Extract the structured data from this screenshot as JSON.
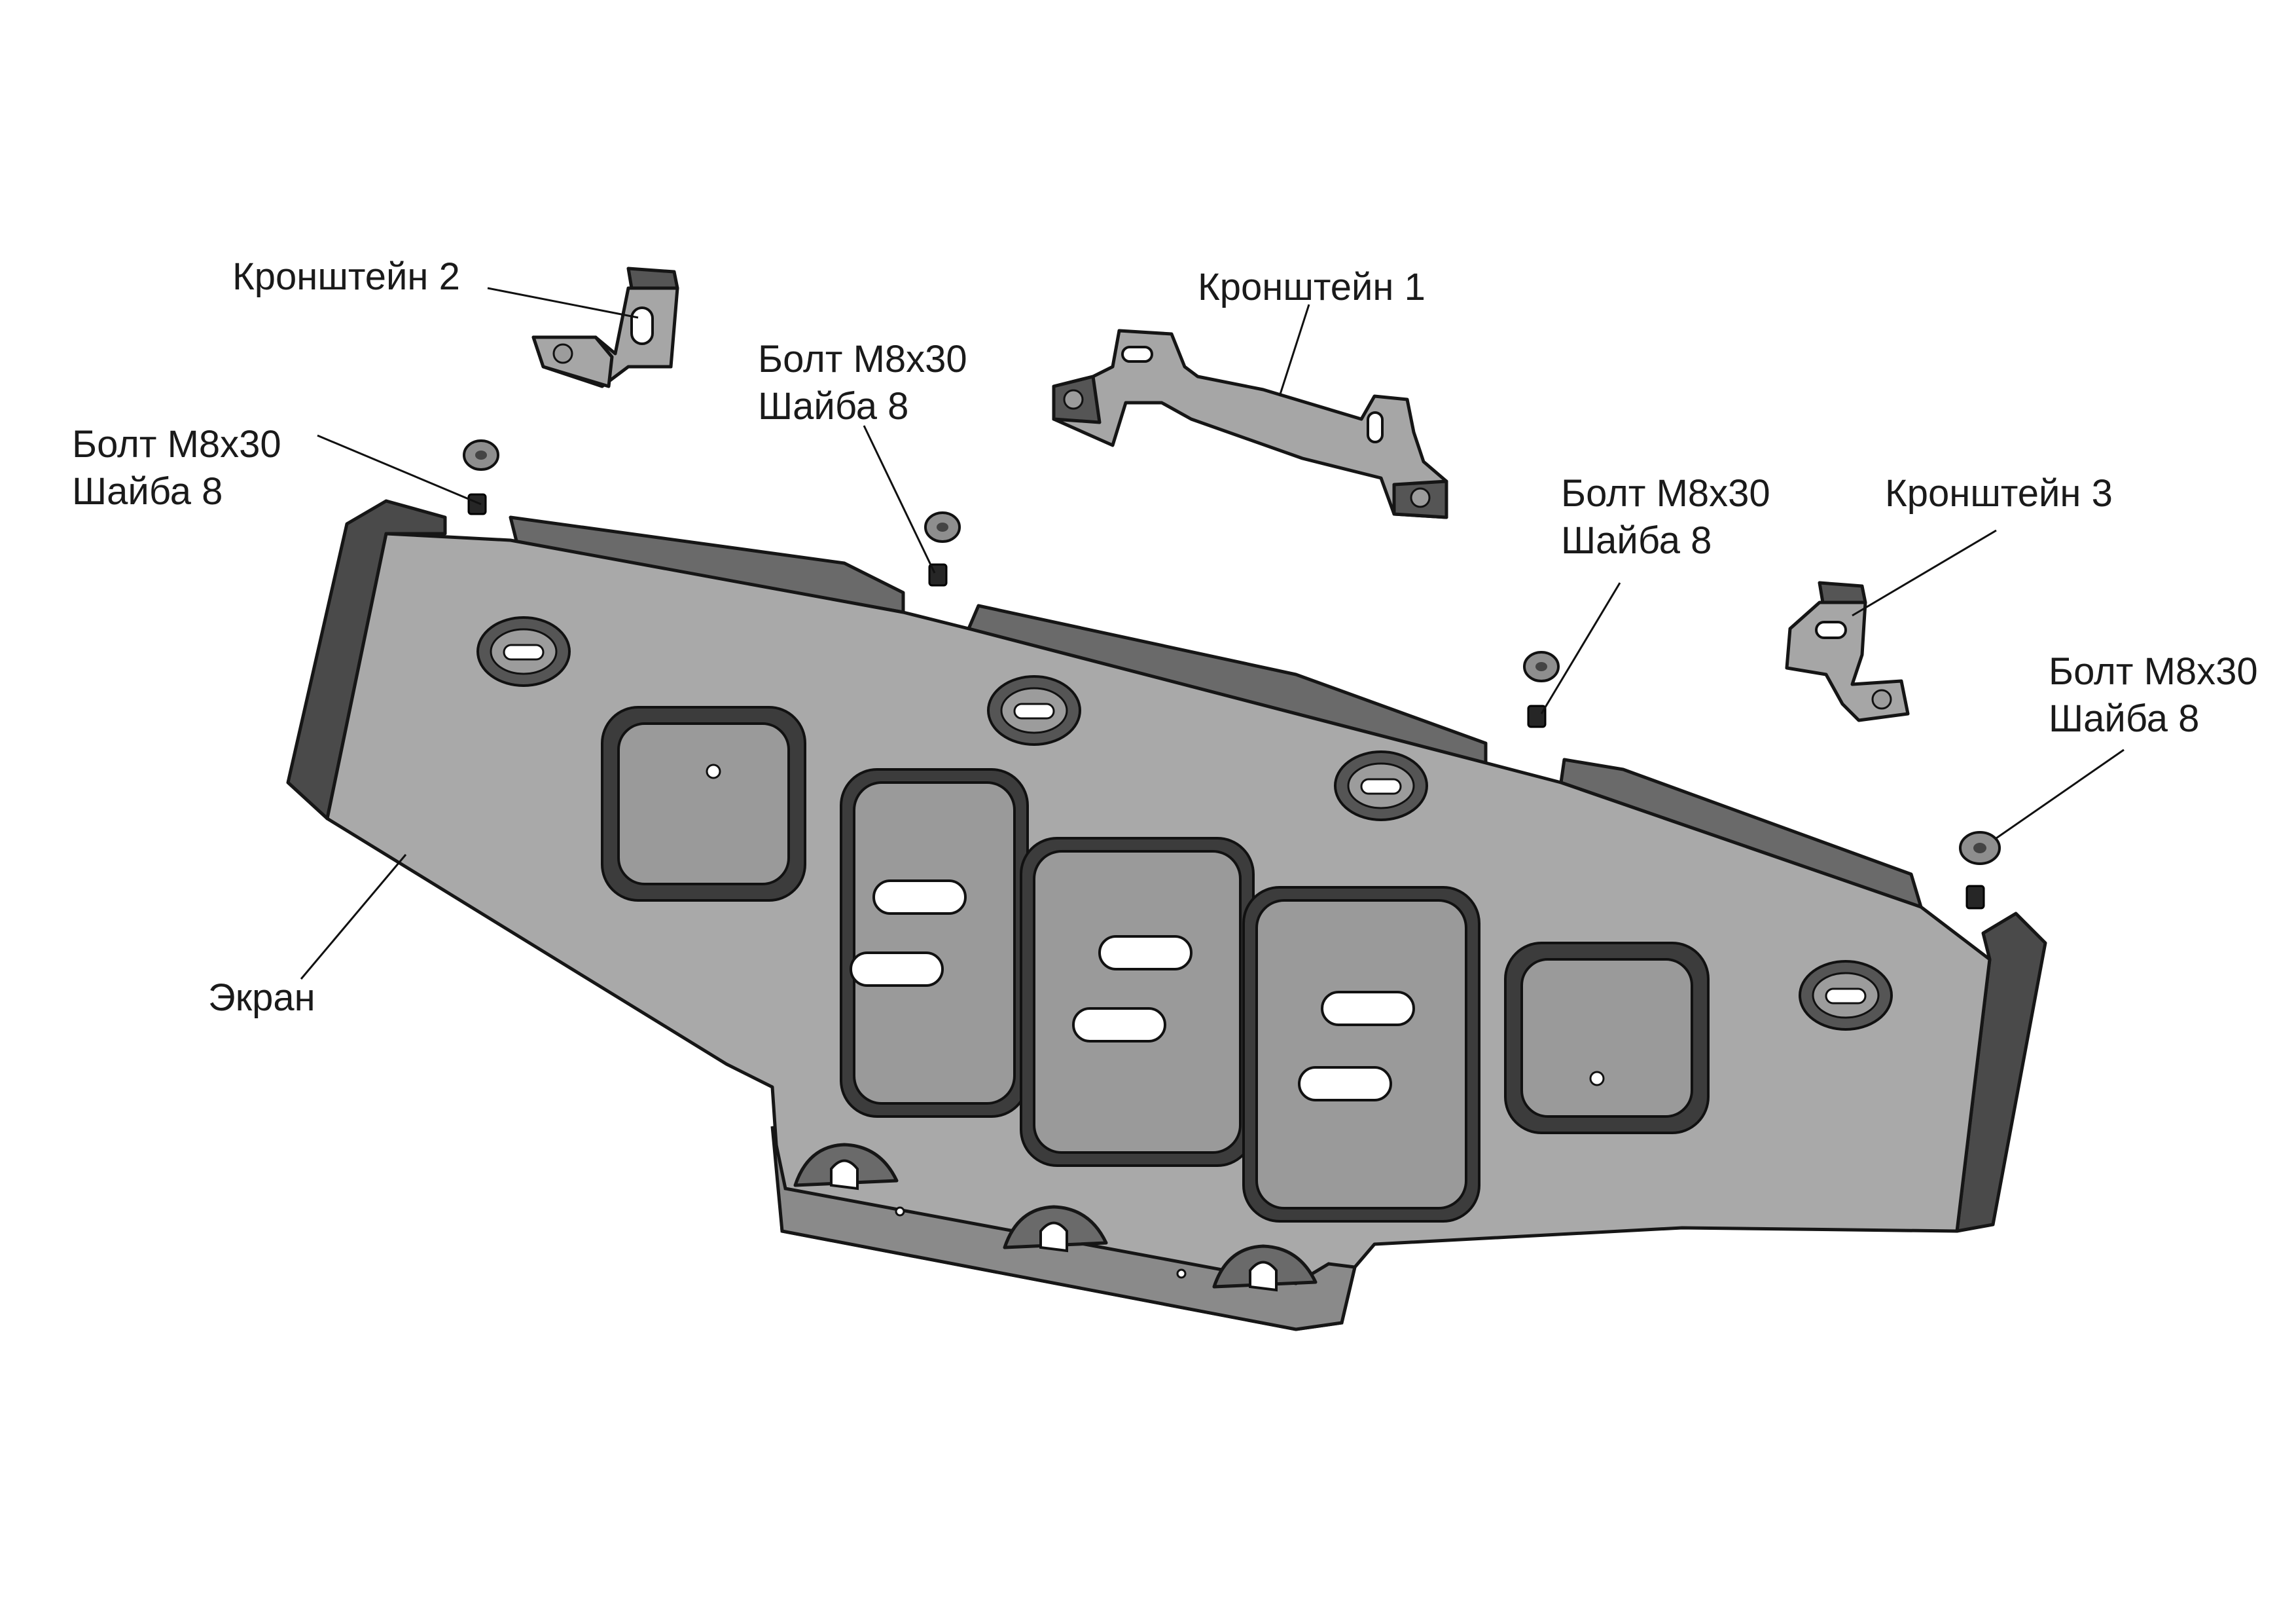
{
  "labels": {
    "bracket_2": "Кронштейн 2",
    "bracket_1": "Кронштейн 1",
    "bracket_3": "Кронштейн 3",
    "screen": "Экран",
    "bolt_left": {
      "bolt": "Болт М8х30",
      "washer": "Шайба 8"
    },
    "bolt_center_left": {
      "bolt": "Болт М8х30",
      "washer": "Шайба 8"
    },
    "bolt_center_right": {
      "bolt": "Болт М8х30",
      "washer": "Шайба 8"
    },
    "bolt_right": {
      "bolt": "Болт М8х30",
      "washer": "Шайба 8"
    }
  },
  "colors": {
    "line": "#161616",
    "panel_fill": "#a9a9a9",
    "side_fill": "#4a4a4a",
    "background": "#ffffff"
  }
}
